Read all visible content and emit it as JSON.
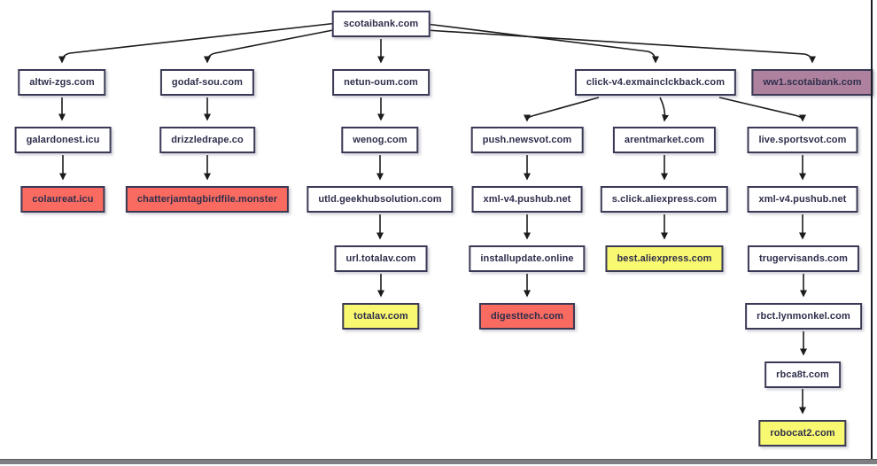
{
  "diagram": {
    "title": "domain redirect chain tree",
    "colors": {
      "node_border": "#3a3a56",
      "node_text": "#2e2e4c",
      "malicious_red": "#f96b60",
      "landing_yellow": "#f9f871",
      "impersonation_purple": "#ae829e",
      "arrow": "#1c1c1c",
      "frame_bar": "#7f7f83"
    },
    "nodes": [
      {
        "id": "n0",
        "label": "scotaibank.com",
        "color": "white"
      },
      {
        "id": "n1",
        "label": "altwi-zgs.com",
        "color": "white"
      },
      {
        "id": "n2",
        "label": "godaf-sou.com",
        "color": "white"
      },
      {
        "id": "n3",
        "label": "netun-oum.com",
        "color": "white"
      },
      {
        "id": "n4",
        "label": "click-v4.exmainclckback.com",
        "color": "white"
      },
      {
        "id": "n5",
        "label": "ww1.scotaibank.com",
        "color": "purple"
      },
      {
        "id": "n6",
        "label": "galardonest.icu",
        "color": "white"
      },
      {
        "id": "n7",
        "label": "drizzledrape.co",
        "color": "white"
      },
      {
        "id": "n8",
        "label": "wenog.com",
        "color": "white"
      },
      {
        "id": "n9",
        "label": "push.newsvot.com",
        "color": "white"
      },
      {
        "id": "n10",
        "label": "arentmarket.com",
        "color": "white"
      },
      {
        "id": "n11",
        "label": "live.sportsvot.com",
        "color": "white"
      },
      {
        "id": "n12",
        "label": "colaureat.icu",
        "color": "red"
      },
      {
        "id": "n13",
        "label": "chatterjamtagbirdfile.monster",
        "color": "red"
      },
      {
        "id": "n14",
        "label": "utld.geekhubsolution.com",
        "color": "white"
      },
      {
        "id": "n15",
        "label": "xml-v4.pushub.net",
        "color": "white"
      },
      {
        "id": "n16",
        "label": "s.click.aliexpress.com",
        "color": "white"
      },
      {
        "id": "n17",
        "label": "xml-v4.pushub.net",
        "color": "white"
      },
      {
        "id": "n18",
        "label": "url.totalav.com",
        "color": "white"
      },
      {
        "id": "n19",
        "label": "installupdate.online",
        "color": "white"
      },
      {
        "id": "n20",
        "label": "best.aliexpress.com",
        "color": "yellow"
      },
      {
        "id": "n21",
        "label": "trugervisands.com",
        "color": "white"
      },
      {
        "id": "n22",
        "label": "totalav.com",
        "color": "yellow"
      },
      {
        "id": "n23",
        "label": "digesttech.com",
        "color": "red"
      },
      {
        "id": "n24",
        "label": "rbct.lynmonkel.com",
        "color": "white"
      },
      {
        "id": "n25",
        "label": "rbca8t.com",
        "color": "white"
      },
      {
        "id": "n26",
        "label": "robocat2.com",
        "color": "yellow"
      }
    ],
    "edges": [
      {
        "from": "scotaibank.com",
        "to": "altwi-zgs.com"
      },
      {
        "from": "scotaibank.com",
        "to": "godaf-sou.com"
      },
      {
        "from": "scotaibank.com",
        "to": "netun-oum.com"
      },
      {
        "from": "scotaibank.com",
        "to": "click-v4.exmainclckback.com"
      },
      {
        "from": "scotaibank.com",
        "to": "ww1.scotaibank.com"
      },
      {
        "from": "altwi-zgs.com",
        "to": "galardonest.icu"
      },
      {
        "from": "galardonest.icu",
        "to": "colaureat.icu"
      },
      {
        "from": "godaf-sou.com",
        "to": "drizzledrape.co"
      },
      {
        "from": "drizzledrape.co",
        "to": "chatterjamtagbirdfile.monster"
      },
      {
        "from": "netun-oum.com",
        "to": "wenog.com"
      },
      {
        "from": "wenog.com",
        "to": "utld.geekhubsolution.com"
      },
      {
        "from": "utld.geekhubsolution.com",
        "to": "url.totalav.com"
      },
      {
        "from": "url.totalav.com",
        "to": "totalav.com"
      },
      {
        "from": "click-v4.exmainclckback.com",
        "to": "push.newsvot.com"
      },
      {
        "from": "click-v4.exmainclckback.com",
        "to": "arentmarket.com"
      },
      {
        "from": "click-v4.exmainclckback.com",
        "to": "live.sportsvot.com"
      },
      {
        "from": "push.newsvot.com",
        "to": "xml-v4.pushub.net"
      },
      {
        "from": "xml-v4.pushub.net",
        "to": "installupdate.online"
      },
      {
        "from": "installupdate.online",
        "to": "digesttech.com"
      },
      {
        "from": "arentmarket.com",
        "to": "s.click.aliexpress.com"
      },
      {
        "from": "s.click.aliexpress.com",
        "to": "best.aliexpress.com"
      },
      {
        "from": "live.sportsvot.com",
        "to": "xml-v4.pushub.net"
      },
      {
        "from": "xml-v4.pushub.net",
        "to": "trugervisands.com"
      },
      {
        "from": "trugervisands.com",
        "to": "rbct.lynmonkel.com"
      },
      {
        "from": "rbct.lynmonkel.com",
        "to": "rbca8t.com"
      },
      {
        "from": "rbca8t.com",
        "to": "robocat2.com"
      }
    ]
  }
}
